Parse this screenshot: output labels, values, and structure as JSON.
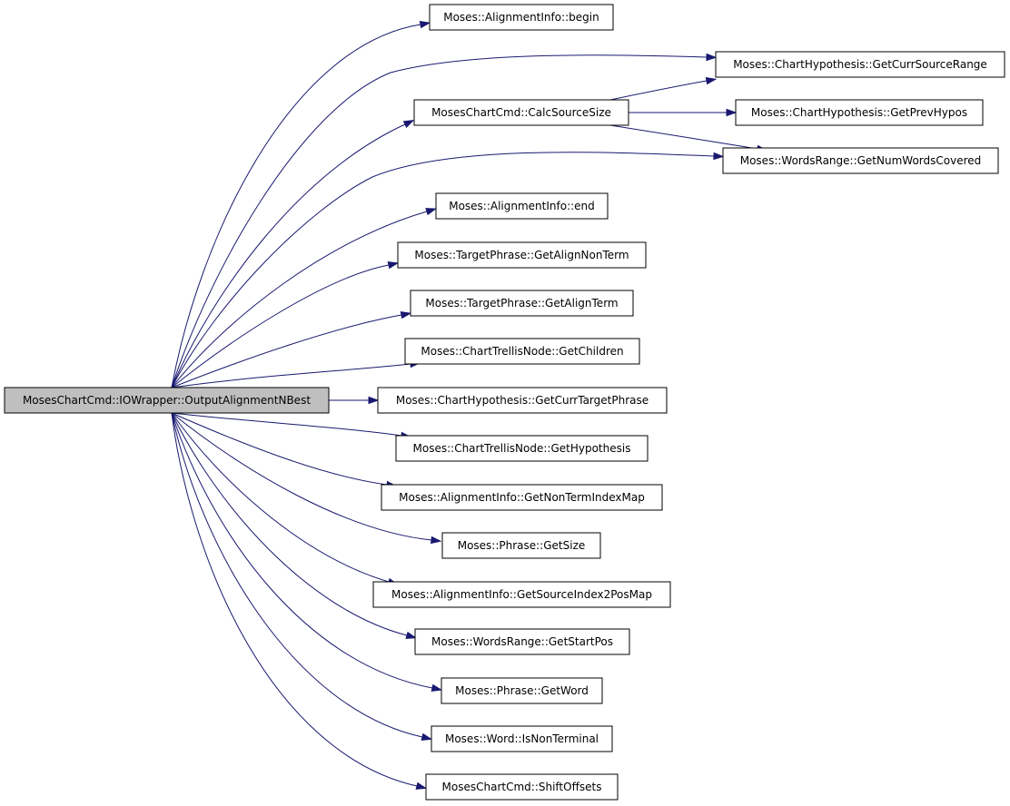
{
  "graph": {
    "colors": {
      "edge": "#191970",
      "root_fill": "#bfbfbf",
      "node_fill": "#ffffff",
      "border": "#000000"
    },
    "root": {
      "id": "root",
      "label": "MosesChartCmd::IOWrapper::OutputAlignmentNBest"
    },
    "nodes": [
      {
        "id": "n_begin",
        "label": "Moses::AlignmentInfo::begin"
      },
      {
        "id": "n_currsrc",
        "label": "Moses::ChartHypothesis::GetCurrSourceRange"
      },
      {
        "id": "n_calc",
        "label": "MosesChartCmd::CalcSourceSize"
      },
      {
        "id": "n_prevhypos",
        "label": "Moses::ChartHypothesis::GetPrevHypos"
      },
      {
        "id": "n_numwords",
        "label": "Moses::WordsRange::GetNumWordsCovered"
      },
      {
        "id": "n_end",
        "label": "Moses::AlignmentInfo::end"
      },
      {
        "id": "n_alignnonterm",
        "label": "Moses::TargetPhrase::GetAlignNonTerm"
      },
      {
        "id": "n_alignterm",
        "label": "Moses::TargetPhrase::GetAlignTerm"
      },
      {
        "id": "n_children",
        "label": "Moses::ChartTrellisNode::GetChildren"
      },
      {
        "id": "n_currtarget",
        "label": "Moses::ChartHypothesis::GetCurrTargetPhrase"
      },
      {
        "id": "n_gethyp",
        "label": "Moses::ChartTrellisNode::GetHypothesis"
      },
      {
        "id": "n_nontermidx",
        "label": "Moses::AlignmentInfo::GetNonTermIndexMap"
      },
      {
        "id": "n_getsize",
        "label": "Moses::Phrase::GetSize"
      },
      {
        "id": "n_srcidx",
        "label": "Moses::AlignmentInfo::GetSourceIndex2PosMap"
      },
      {
        "id": "n_startpos",
        "label": "Moses::WordsRange::GetStartPos"
      },
      {
        "id": "n_getword",
        "label": "Moses::Phrase::GetWord"
      },
      {
        "id": "n_isnonterm",
        "label": "Moses::Word::IsNonTerminal"
      },
      {
        "id": "n_shift",
        "label": "MosesChartCmd::ShiftOffsets"
      }
    ],
    "edges": [
      [
        "root",
        "n_begin"
      ],
      [
        "root",
        "n_currsrc"
      ],
      [
        "root",
        "n_calc"
      ],
      [
        "root",
        "n_numwords"
      ],
      [
        "root",
        "n_end"
      ],
      [
        "root",
        "n_alignnonterm"
      ],
      [
        "root",
        "n_alignterm"
      ],
      [
        "root",
        "n_children"
      ],
      [
        "root",
        "n_currtarget"
      ],
      [
        "root",
        "n_gethyp"
      ],
      [
        "root",
        "n_nontermidx"
      ],
      [
        "root",
        "n_getsize"
      ],
      [
        "root",
        "n_srcidx"
      ],
      [
        "root",
        "n_startpos"
      ],
      [
        "root",
        "n_getword"
      ],
      [
        "root",
        "n_isnonterm"
      ],
      [
        "root",
        "n_shift"
      ],
      [
        "n_calc",
        "n_currsrc"
      ],
      [
        "n_calc",
        "n_prevhypos"
      ],
      [
        "n_calc",
        "n_numwords"
      ]
    ]
  }
}
